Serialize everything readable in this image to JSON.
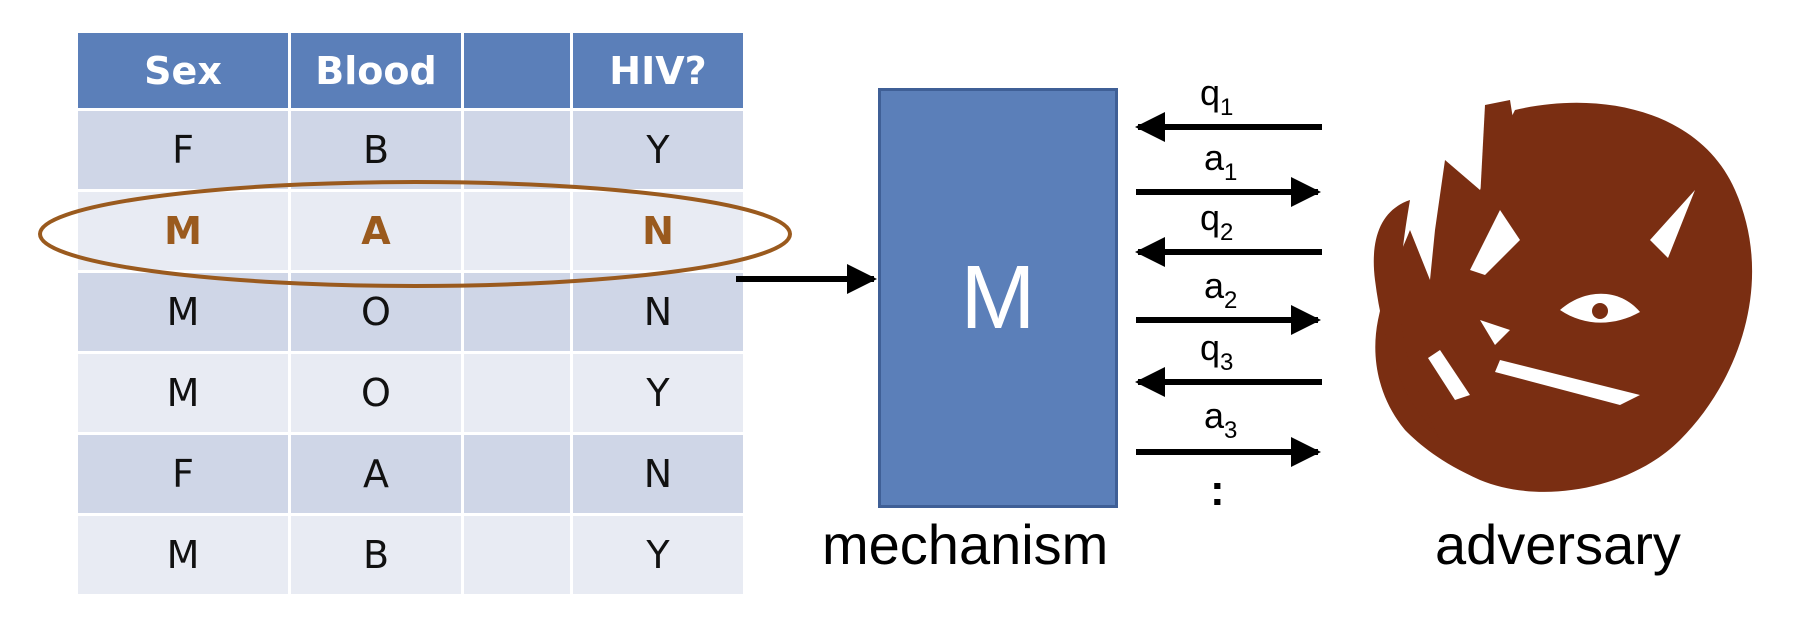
{
  "table": {
    "headers": [
      "Sex",
      "Blood",
      "",
      "HIV?"
    ],
    "rows": [
      [
        "F",
        "B",
        "",
        "Y"
      ],
      [
        "M",
        "A",
        "",
        "N"
      ],
      [
        "M",
        "O",
        "",
        "N"
      ],
      [
        "M",
        "O",
        "",
        "Y"
      ],
      [
        "F",
        "A",
        "",
        "N"
      ],
      [
        "M",
        "B",
        "",
        "Y"
      ]
    ],
    "highlighted_row_index": 1
  },
  "mechanism": {
    "letter": "M",
    "caption": "mechanism"
  },
  "adversary": {
    "caption": "adversary"
  },
  "queries": [
    {
      "letter": "q",
      "sub": "1"
    },
    {
      "letter": "a",
      "sub": "1"
    },
    {
      "letter": "q",
      "sub": "2"
    },
    {
      "letter": "a",
      "sub": "2"
    },
    {
      "letter": "q",
      "sub": "3"
    },
    {
      "letter": "a",
      "sub": "3"
    }
  ],
  "ellipsis": ":",
  "colors": {
    "header_blue": "#5b7fb9",
    "row_light": "#e8ebf3",
    "row_dark": "#cfd6e7",
    "highlight_brown": "#9a5a1e",
    "devil_brown": "#7a2e12"
  }
}
